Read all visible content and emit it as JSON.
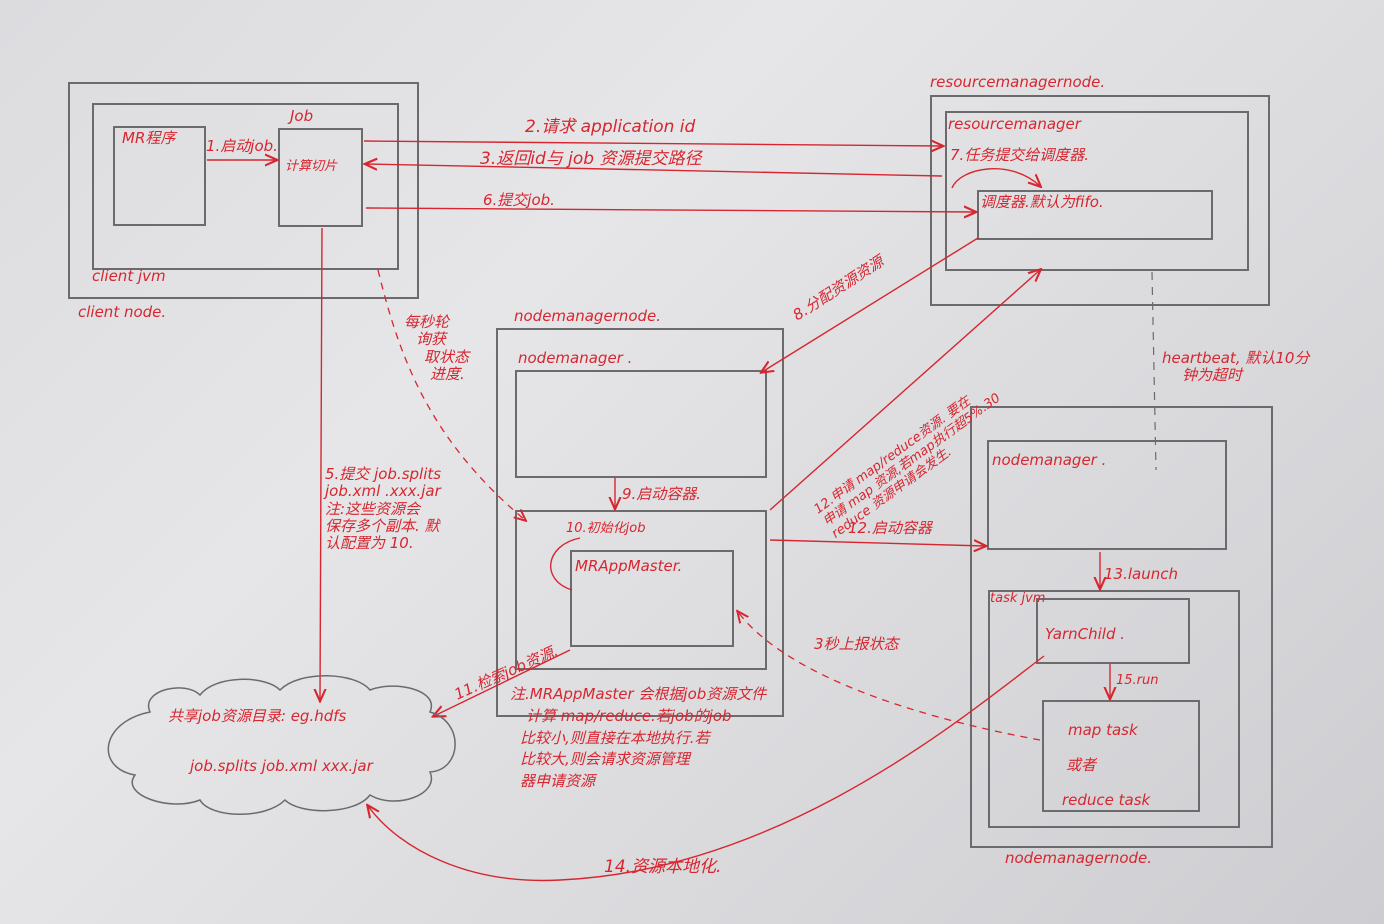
{
  "nodes": {
    "client_node": "client node.",
    "client_jvm": "client jvm",
    "mr_program": "MR程序",
    "job_label": "Job",
    "compute_split": "计算切片",
    "resourcemanager_node": "resourcemanagernode.",
    "resourcemanager": "resourcemanager",
    "scheduler": "调度器.默认为fifo.",
    "nodemanager_node_1": "nodemanagernode.",
    "nodemanager_1": "nodemanager .",
    "mrappmaster": "MRAppMaster.",
    "nodemanager_2": "nodemanager .",
    "task_jvm": "task jvm",
    "yarnchild": "YarnChild .",
    "map_task": "map task",
    "or_label": "或者",
    "reduce_task": "reduce task",
    "nodemanager_node_2": "nodemanagernode.",
    "shared_dir": "共享job资源目录: eg.hdfs",
    "shared_files": "job.splits job.xml xxx.jar"
  },
  "steps": {
    "s1": "1.启动job.",
    "s2": "2.请求 application id",
    "s3": "3.返回id与 job 资源提交路径",
    "s5": [
      "5.提交 job.splits",
      "job.xml .xxx.jar",
      "注:这些资源会",
      "保存多个副本. 默",
      "认配置为 10."
    ],
    "s6": "6.提交job.",
    "s7": "7.任务提交给调度器.",
    "s8": "8.分配资源资源",
    "s9": "9.启动容器.",
    "s10": "10.初始化job",
    "s11": "11.检索job资源.",
    "s12_apply": [
      "12.申请 map/reduce资源. 要在",
      "申请 map 资源,若map执行超5%.30",
      "reduce 资源申请会发生."
    ],
    "s12_start": "12.启动容器",
    "s13": "13.launch",
    "s14": "14.资源本地化.",
    "s15": "15.run",
    "progress": [
      "每秒轮",
      "询获",
      "取状态",
      "进度."
    ],
    "report": "3秒上报状态",
    "heartbeat": [
      "heartbeat, 默认10分",
      "钟为超时"
    ],
    "note": [
      "注.MRAppMaster 会根据job资源文件",
      "计算 map/reduce.若job的job",
      "比较小,则直接在本地执行.若",
      "比较大,则会请求资源管理",
      "器申请资源"
    ]
  },
  "colors": {
    "ink": "#d7262f",
    "pencil": "#6b6b6e"
  }
}
